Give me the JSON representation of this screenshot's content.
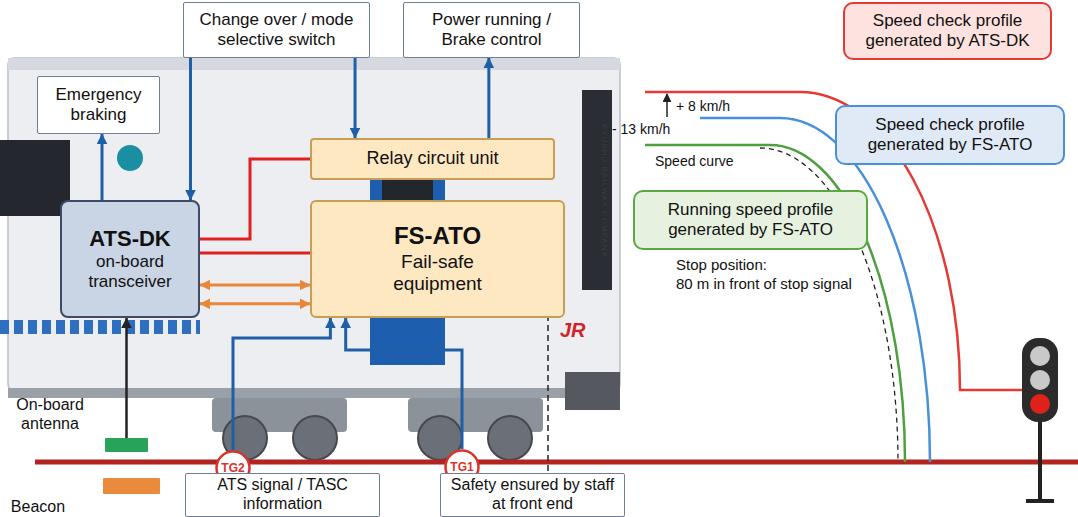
{
  "diagram": {
    "nodes": [
      {
        "text": [
          "Change over / mode selective switch"
        ]
      },
      {
        "text": [
          "Power running / Brake control"
        ]
      },
      {
        "text": [
          "Emergency braking"
        ]
      },
      {
        "text": [
          "Relay circuit unit"
        ]
      },
      {
        "text": [
          "ATS-DK",
          "on-board transceiver"
        ]
      },
      {
        "text": [
          "FS-ATO",
          "Fail-safe equipment"
        ]
      },
      {
        "text": [
          "TG2"
        ]
      },
      {
        "text": [
          "TG1"
        ]
      },
      {
        "text": [
          "On-board antenna"
        ]
      },
      {
        "text": [
          "Beacon"
        ]
      },
      {
        "text": [
          "ATS signal / TASC information"
        ]
      },
      {
        "text": [
          "Safety ensured by staff at front end"
        ]
      },
      {
        "text": [
          "Speed check profile generated by ATS-DK"
        ]
      },
      {
        "text": [
          "Speed check profile generated by FS-ATO"
        ]
      },
      {
        "text": [
          "Running speed profile generated by FS-ATO"
        ]
      }
    ],
    "edges": [
      {
        "from": 4,
        "to": 2,
        "arrow": "to"
      },
      {
        "from": 0,
        "to": 4,
        "arrow": "to"
      },
      {
        "from": 0,
        "to": 3,
        "arrow": "to"
      },
      {
        "from": 3,
        "to": 1,
        "arrow": "to"
      },
      {
        "from": 4,
        "to": 3,
        "arrow": "none"
      },
      {
        "from": 4,
        "to": 5,
        "arrow": "none"
      },
      {
        "from": 4,
        "to": 5,
        "arrow": "both"
      },
      {
        "from": 4,
        "to": 5,
        "arrow": "both"
      },
      {
        "from": 6,
        "to": 5,
        "arrow": "to"
      },
      {
        "from": 7,
        "to": 5,
        "arrow": "to"
      },
      {
        "from": 8,
        "to": 4,
        "arrow": "to"
      }
    ],
    "labels": [
      "+ 8 km/h",
      "- 13 km/h",
      "Speed curve",
      "Stop position:",
      "80 m in front of stop signal",
      "KYUSHU RAILWAY COMPANY",
      "JR"
    ]
  }
}
